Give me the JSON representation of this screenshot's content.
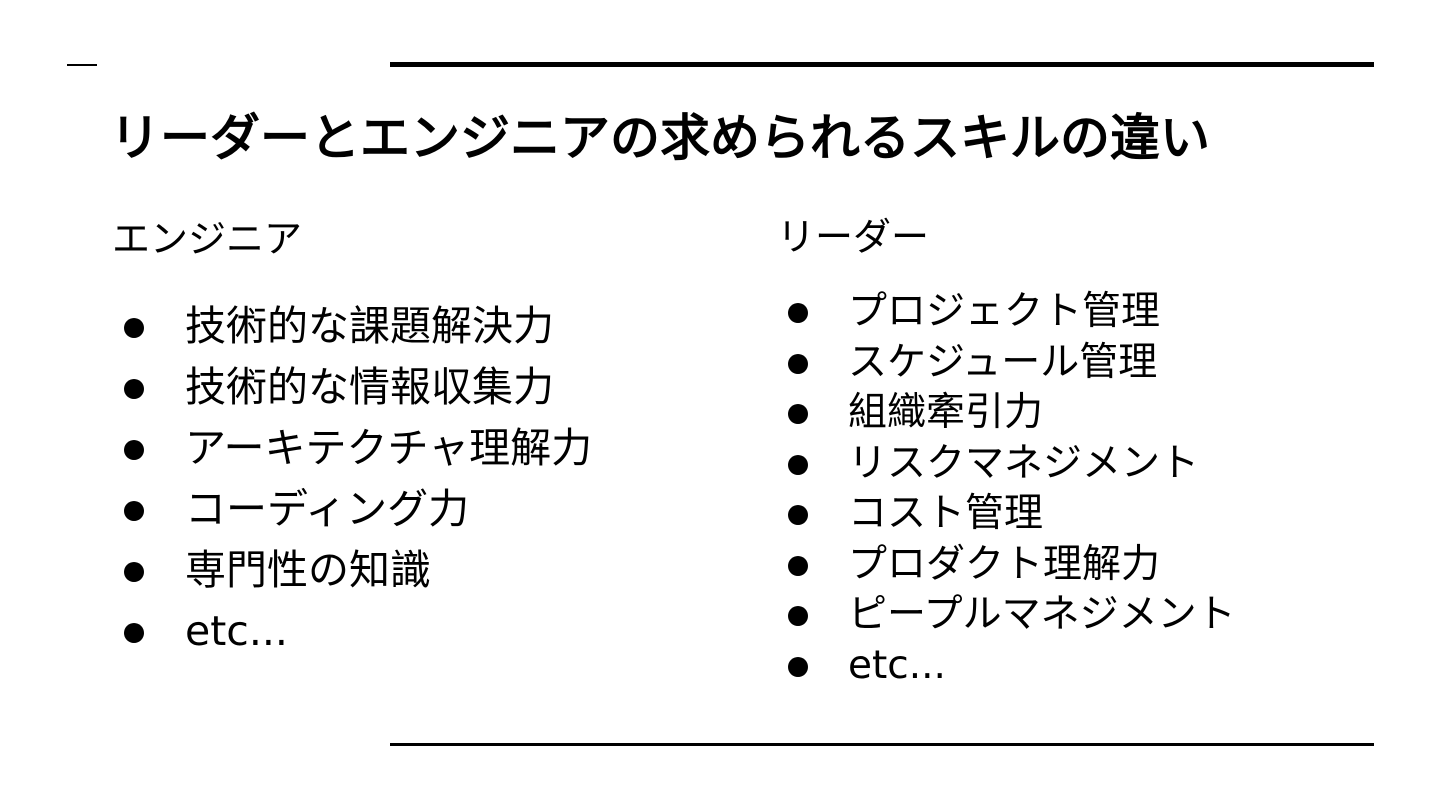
{
  "slide": {
    "title": "リーダーとエンジニアの求められるスキルの違い"
  },
  "engineer": {
    "heading": "エンジニア",
    "items": [
      "技術的な課題解決力",
      "技術的な情報収集力",
      "アーキテクチャ理解力",
      "コーディング力",
      "専門性の知識",
      "etc..."
    ]
  },
  "leader": {
    "heading": "リーダー",
    "items": [
      "プロジェクト管理",
      "スケジュール管理",
      "組織牽引力",
      "リスクマネジメント",
      "コスト管理",
      "プロダクト理解力",
      "ピープルマネジメント",
      "etc..."
    ]
  },
  "colors": {
    "text": "#000000",
    "background": "#ffffff",
    "rules": "#000000"
  }
}
